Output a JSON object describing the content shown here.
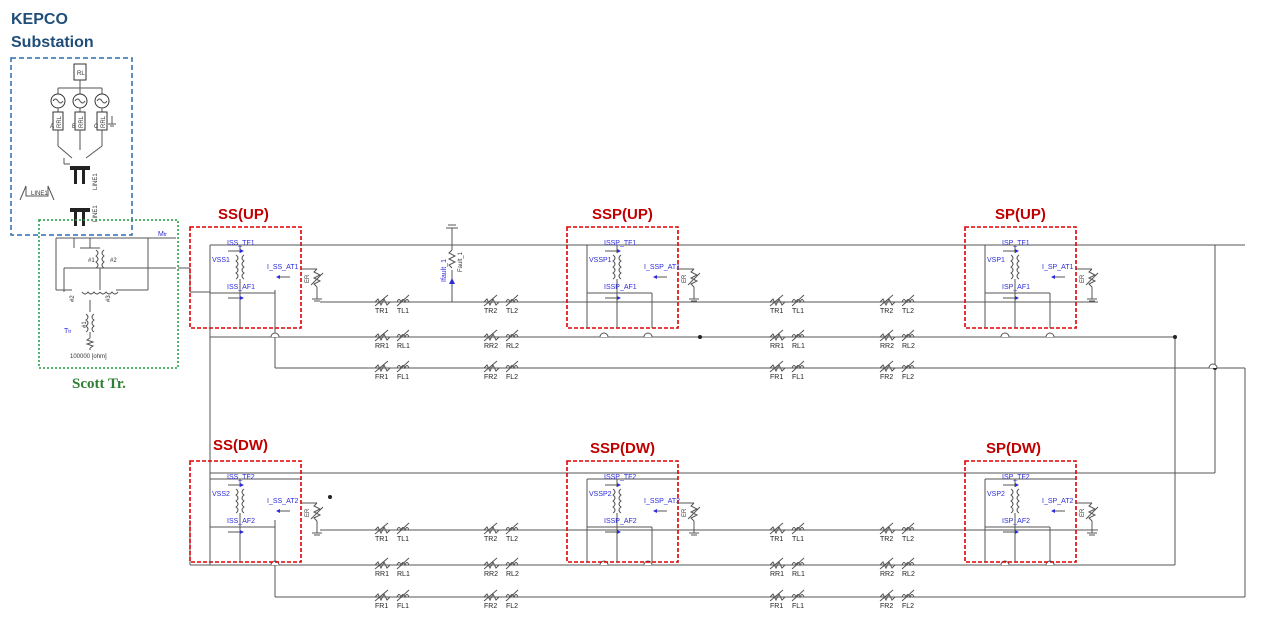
{
  "title": {
    "line1": "KEPCO",
    "line2": "Substation"
  },
  "scott": {
    "label": "Scott Tr.",
    "resistor_value": "100000 [ohm]",
    "m_label": "M",
    "t_label": "T",
    "sub": "tr",
    "w1": "#1",
    "w2": "#2",
    "w3": "#3"
  },
  "substation": {
    "rl": "RL",
    "rra": "RRL",
    "rrb": "RRL",
    "rrc": "RRL",
    "line1a": "LINE1",
    "line1b": "LINE1",
    "line1c": "LINE1",
    "a": "A",
    "b": "B",
    "c": "C"
  },
  "stations": [
    {
      "id": "ss-up",
      "label": "SS(UP)",
      "tf": "ISS_TF1",
      "v": "VSS1",
      "at": "I_SS_AT1",
      "af": "ISS_AF1",
      "er": "ER"
    },
    {
      "id": "ssp-up",
      "label": "SSP(UP)",
      "tf": "ISSP_TF1",
      "v": "VSSP1",
      "at": "I_SSP_AT1",
      "af": "ISSP_AF1",
      "er": "ER"
    },
    {
      "id": "sp-up",
      "label": "SP(UP)",
      "tf": "ISP_TF1",
      "v": "VSP1",
      "at": "I_SP_AT1",
      "af": "ISP_AF1",
      "er": "ER"
    },
    {
      "id": "ss-dw",
      "label": "SS(DW)",
      "tf": "ISS_TF2",
      "v": "VSS2",
      "at": "I_SS_AT2",
      "af": "ISS_AF2",
      "er": "ER"
    },
    {
      "id": "ssp-dw",
      "label": "SSP(DW)",
      "tf": "ISSP_TF2",
      "v": "VSSP2",
      "at": "I_SSP_AT2",
      "af": "ISSP_AF2",
      "er": "ER"
    },
    {
      "id": "sp-dw",
      "label": "SP(DW)",
      "tf": "ISP_TF2",
      "v": "VSP2",
      "at": "I_SP_AT2",
      "af": "ISP_AF2",
      "er": "ER"
    }
  ],
  "fault": {
    "label": "Fault_1",
    "meter": "Ifault_1"
  },
  "line_labels": {
    "seg1": [
      [
        "TR1",
        "TL1"
      ],
      [
        "RR1",
        "RL1"
      ],
      [
        "FR1",
        "FL1"
      ]
    ],
    "seg2": [
      [
        "TR2",
        "TL2"
      ],
      [
        "RR2",
        "RL2"
      ],
      [
        "FR2",
        "FL2"
      ]
    ]
  },
  "colors": {
    "kepco_box": "#2a6fad",
    "scott_box": "#1c9e3c",
    "station_box": "#e00000"
  }
}
